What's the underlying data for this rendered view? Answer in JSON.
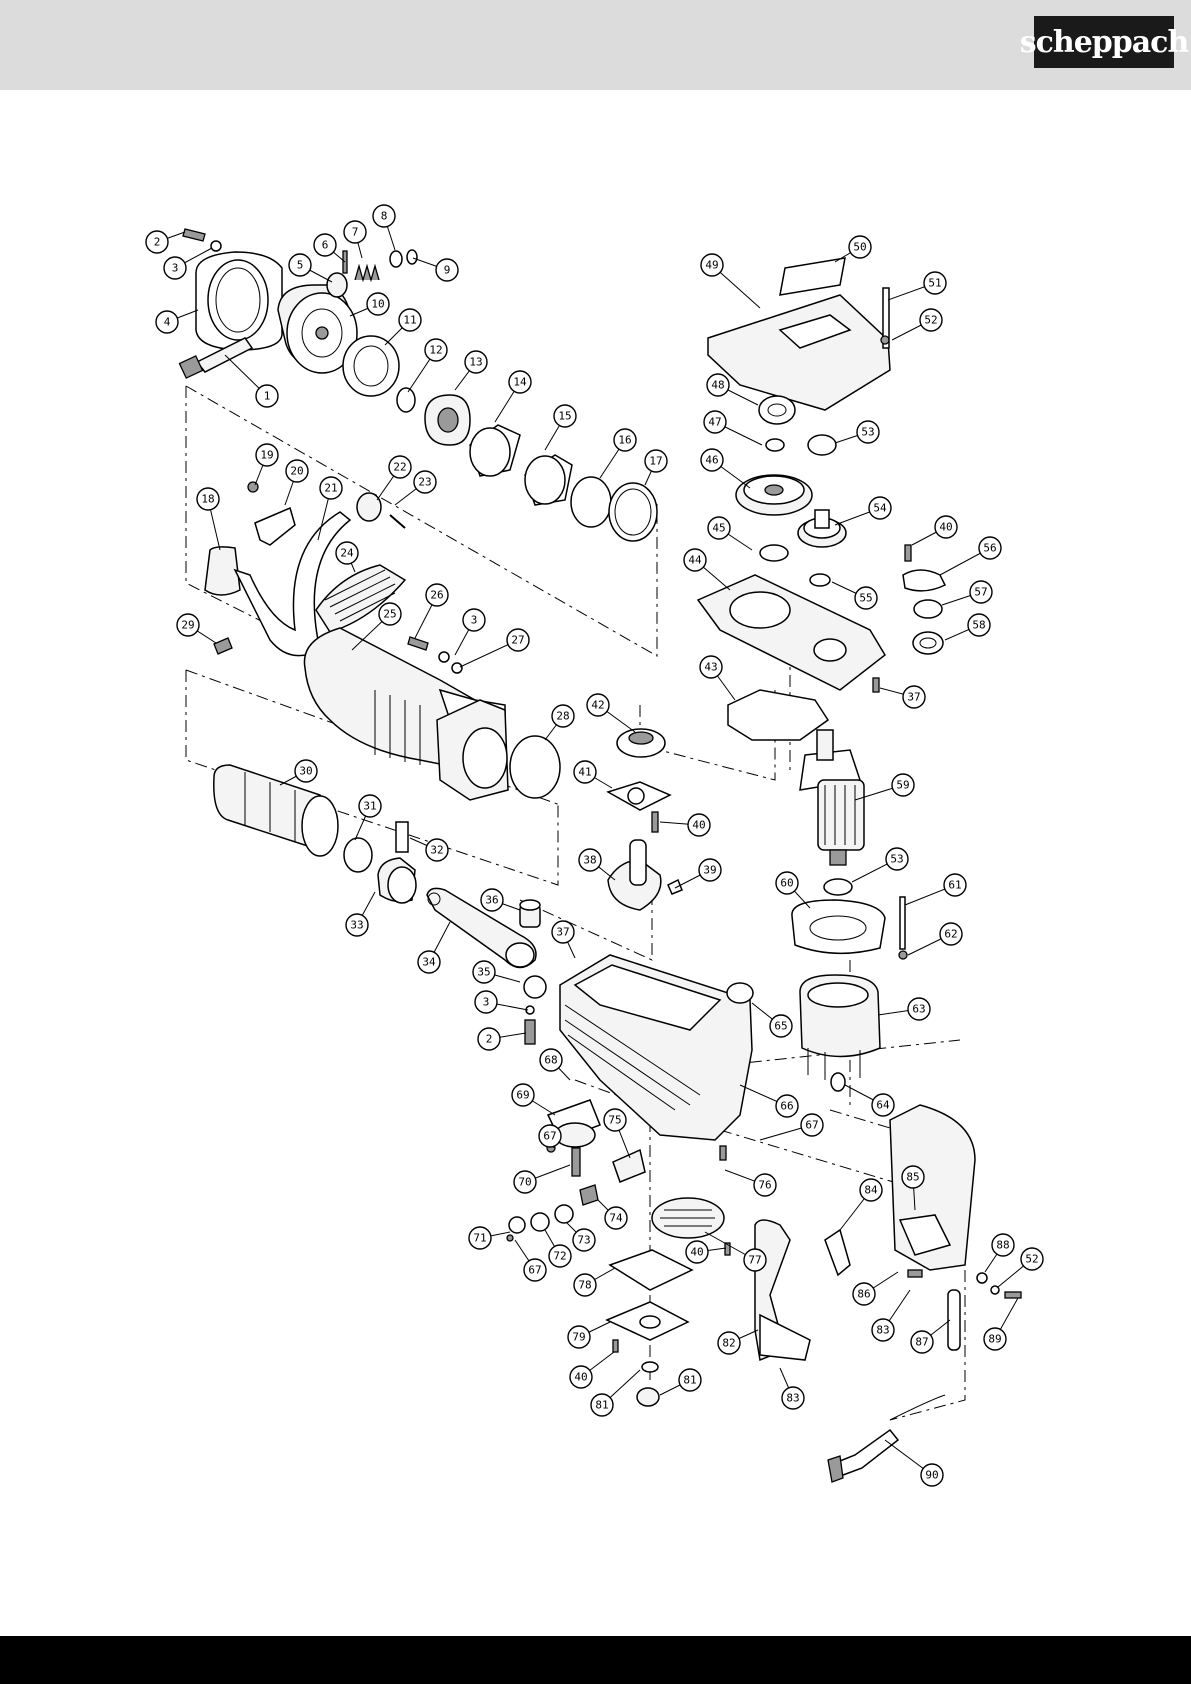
{
  "header": {
    "brand": "scheppach",
    "background": "#dcdcdc"
  },
  "footer": {
    "background": "#000000"
  },
  "diagram": {
    "callouts": [
      {
        "id": "c1",
        "label": "1"
      },
      {
        "id": "c2a",
        "label": "2"
      },
      {
        "id": "c3a",
        "label": "3"
      },
      {
        "id": "c4",
        "label": "4"
      },
      {
        "id": "c5",
        "label": "5"
      },
      {
        "id": "c6",
        "label": "6"
      },
      {
        "id": "c7",
        "label": "7"
      },
      {
        "id": "c8",
        "label": "8"
      },
      {
        "id": "c9",
        "label": "9"
      },
      {
        "id": "c10",
        "label": "10"
      },
      {
        "id": "c11",
        "label": "11"
      },
      {
        "id": "c12",
        "label": "12"
      },
      {
        "id": "c13",
        "label": "13"
      },
      {
        "id": "c14",
        "label": "14"
      },
      {
        "id": "c15",
        "label": "15"
      },
      {
        "id": "c16",
        "label": "16"
      },
      {
        "id": "c17",
        "label": "17"
      },
      {
        "id": "c18",
        "label": "18"
      },
      {
        "id": "c19",
        "label": "19"
      },
      {
        "id": "c20",
        "label": "20"
      },
      {
        "id": "c21",
        "label": "21"
      },
      {
        "id": "c22",
        "label": "22"
      },
      {
        "id": "c23",
        "label": "23"
      },
      {
        "id": "c24",
        "label": "24"
      },
      {
        "id": "c25",
        "label": "25"
      },
      {
        "id": "c26",
        "label": "26"
      },
      {
        "id": "c3b",
        "label": "3"
      },
      {
        "id": "c27",
        "label": "27"
      },
      {
        "id": "c28",
        "label": "28"
      },
      {
        "id": "c29",
        "label": "29"
      },
      {
        "id": "c30",
        "label": "30"
      },
      {
        "id": "c31",
        "label": "31"
      },
      {
        "id": "c32",
        "label": "32"
      },
      {
        "id": "c33",
        "label": "33"
      },
      {
        "id": "c34",
        "label": "34"
      },
      {
        "id": "c35",
        "label": "35"
      },
      {
        "id": "c3c",
        "label": "3"
      },
      {
        "id": "c2b",
        "label": "2"
      },
      {
        "id": "c36",
        "label": "36"
      },
      {
        "id": "c37a",
        "label": "37"
      },
      {
        "id": "c38",
        "label": "38"
      },
      {
        "id": "c39",
        "label": "39"
      },
      {
        "id": "c40a",
        "label": "40"
      },
      {
        "id": "c41",
        "label": "41"
      },
      {
        "id": "c42",
        "label": "42"
      },
      {
        "id": "c43",
        "label": "43"
      },
      {
        "id": "c44",
        "label": "44"
      },
      {
        "id": "c45",
        "label": "45"
      },
      {
        "id": "c46",
        "label": "46"
      },
      {
        "id": "c47",
        "label": "47"
      },
      {
        "id": "c48",
        "label": "48"
      },
      {
        "id": "c49",
        "label": "49"
      },
      {
        "id": "c50",
        "label": "50"
      },
      {
        "id": "c51",
        "label": "51"
      },
      {
        "id": "c52a",
        "label": "52"
      },
      {
        "id": "c53a",
        "label": "53"
      },
      {
        "id": "c54",
        "label": "54"
      },
      {
        "id": "c55",
        "label": "55"
      },
      {
        "id": "c40b",
        "label": "40"
      },
      {
        "id": "c56",
        "label": "56"
      },
      {
        "id": "c57",
        "label": "57"
      },
      {
        "id": "c58",
        "label": "58"
      },
      {
        "id": "c37b",
        "label": "37"
      },
      {
        "id": "c59",
        "label": "59"
      },
      {
        "id": "c53b",
        "label": "53"
      },
      {
        "id": "c60",
        "label": "60"
      },
      {
        "id": "c61",
        "label": "61"
      },
      {
        "id": "c62",
        "label": "62"
      },
      {
        "id": "c63",
        "label": "63"
      },
      {
        "id": "c64",
        "label": "64"
      },
      {
        "id": "c65",
        "label": "65"
      },
      {
        "id": "c66",
        "label": "66"
      },
      {
        "id": "c67a",
        "label": "67"
      },
      {
        "id": "c67b",
        "label": "67"
      },
      {
        "id": "c68",
        "label": "68"
      },
      {
        "id": "c69",
        "label": "69"
      },
      {
        "id": "c70",
        "label": "70"
      },
      {
        "id": "c71",
        "label": "71"
      },
      {
        "id": "c72",
        "label": "72"
      },
      {
        "id": "c73",
        "label": "73"
      },
      {
        "id": "c74",
        "label": "74"
      },
      {
        "id": "c75",
        "label": "75"
      },
      {
        "id": "c76",
        "label": "76"
      },
      {
        "id": "c77",
        "label": "77"
      },
      {
        "id": "c40c",
        "label": "40"
      },
      {
        "id": "c67c",
        "label": "67"
      },
      {
        "id": "c78",
        "label": "78"
      },
      {
        "id": "c79",
        "label": "79"
      },
      {
        "id": "c40d",
        "label": "40"
      },
      {
        "id": "c81a",
        "label": "81"
      },
      {
        "id": "c81b",
        "label": "81"
      },
      {
        "id": "c82",
        "label": "82"
      },
      {
        "id": "c83a",
        "label": "83"
      },
      {
        "id": "c84",
        "label": "84"
      },
      {
        "id": "c85",
        "label": "85"
      },
      {
        "id": "c86",
        "label": "86"
      },
      {
        "id": "c83b",
        "label": "83"
      },
      {
        "id": "c87",
        "label": "87"
      },
      {
        "id": "c88",
        "label": "88"
      },
      {
        "id": "c52b",
        "label": "52"
      },
      {
        "id": "c89",
        "label": "89"
      },
      {
        "id": "c90",
        "label": "90"
      }
    ]
  }
}
